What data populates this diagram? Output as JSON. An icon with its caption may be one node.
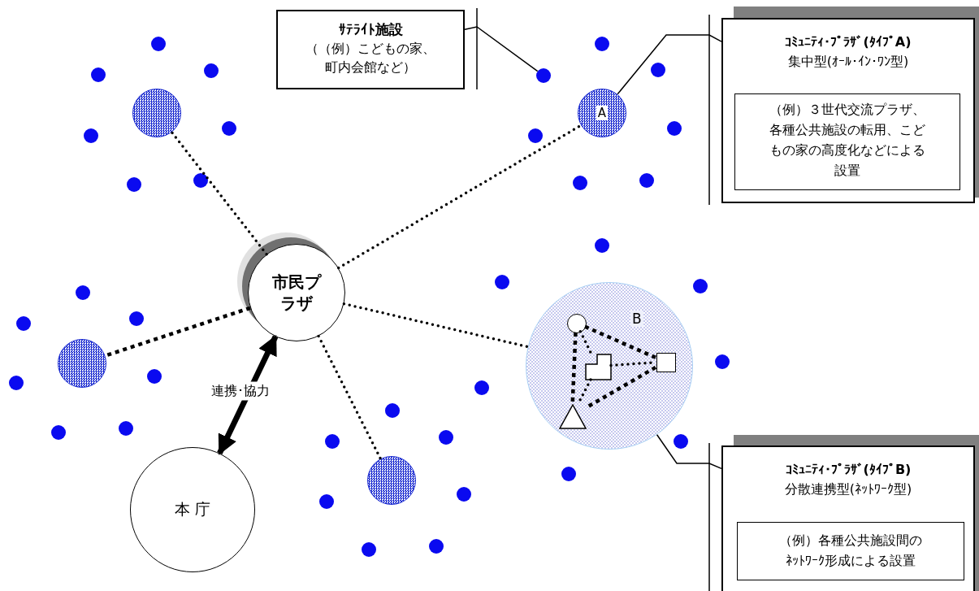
{
  "diagram": {
    "nodes": [
      {
        "text": [
          "市民プラザ"
        ]
      },
      {
        "text": [
          "本 庁"
        ]
      },
      {
        "text": [
          "ｻﾃﾗｲﾄ施設",
          "（（例）こどもの家、町内会館など）"
        ]
      },
      {
        "text": [
          "ｺﾐｭﾆﾃｨ･ﾌﾟﾗｻﾞ(ﾀｲﾌﾟA)",
          "集中型(ｵｰﾙ･ｲﾝ･ﾜﾝ型)"
        ]
      },
      {
        "text": [
          "（例）３世代交流プラザ、各種公共施設の転用、こどもの家の高度化などによる設置"
        ],
        "in": 3
      },
      {
        "text": [
          "ｺﾐｭﾆﾃｨ･ﾌﾟﾗｻﾞ(ﾀｲﾌﾟB)",
          "分散連携型(ﾈｯﾄﾜｰｸ型)"
        ]
      },
      {
        "text": [
          "（例）各種公共施設間のﾈｯﾄﾜｰｸ形成による設置"
        ],
        "in": 5
      },
      {
        "text": [
          "A"
        ]
      },
      {
        "text": [
          "B"
        ]
      },
      {
        "text": [],
        "shape": "circle",
        "in": 8
      },
      {
        "text": [],
        "shape": "box",
        "in": 8
      },
      {
        "text": [],
        "shape": "box",
        "in": 8
      },
      {
        "text": [],
        "shape": "triangle",
        "in": 8
      },
      {
        "text": [],
        "shape": "circle"
      },
      {
        "text": [],
        "shape": "circle"
      },
      {
        "text": [],
        "shape": "circle"
      },
      {
        "text": [],
        "shape": "circle"
      }
    ],
    "edges": [
      {
        "from": 0,
        "to": 14,
        "arrow": "none",
        "style": "dashed"
      },
      {
        "from": 0,
        "to": 7,
        "arrow": "none",
        "style": "dashed"
      },
      {
        "from": 0,
        "to": 13,
        "arrow": "none",
        "style": "dashed"
      },
      {
        "from": 0,
        "to": 8,
        "arrow": "none",
        "style": "dashed"
      },
      {
        "from": 0,
        "to": 15,
        "arrow": "none",
        "style": "dashed"
      },
      {
        "from": 0,
        "to": 1,
        "arrow": "both",
        "style": "thick",
        "label": "連携･協力"
      },
      {
        "from": 2,
        "to": 16,
        "arrow": "none"
      },
      {
        "from": 3,
        "to": 7,
        "arrow": "none"
      },
      {
        "from": 5,
        "to": 8,
        "arrow": "none"
      },
      {
        "from": 9,
        "to": 11,
        "arrow": "none",
        "style": "dashed"
      },
      {
        "from": 9,
        "to": 10,
        "arrow": "none",
        "style": "dashed"
      },
      {
        "from": 9,
        "to": 12,
        "arrow": "none",
        "style": "dashed"
      },
      {
        "from": 10,
        "to": 11,
        "arrow": "none",
        "style": "dashed"
      },
      {
        "from": 10,
        "to": 12,
        "arrow": "none",
        "style": "dashed"
      },
      {
        "from": 11,
        "to": 12,
        "arrow": "none",
        "style": "dashed"
      }
    ]
  }
}
